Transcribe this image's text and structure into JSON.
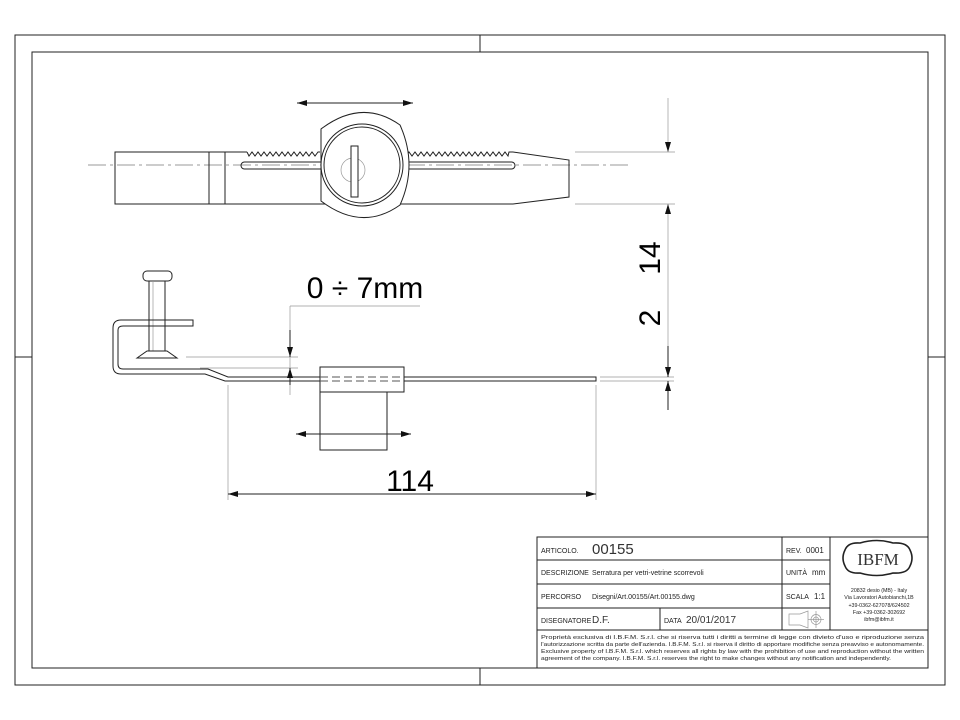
{
  "dimensions": {
    "width_label": "114",
    "gap_label": "0 ÷ 7mm",
    "height_label": "14",
    "thickness_label": "2"
  },
  "title_block": {
    "articolo_label": "ARTICOLO.",
    "articolo_value": "00155",
    "rev_label": "REV.",
    "rev_value": "0001",
    "descrizione_label": "DESCRIZIONE",
    "descrizione_value": "Serratura per vetri-vetrine scorrevoli",
    "unita_label": "UNITÀ",
    "unita_value": "mm",
    "percorso_label": "PERCORSO",
    "percorso_value": "Disegni/Art.00155/Art.00155.dwg",
    "scala_label": "SCALA",
    "scala_value": "1:1",
    "disegnatore_label": "DISEGNATORE",
    "disegnatore_value": "D.F.",
    "data_label": "DATA",
    "data_value": "20/01/2017",
    "logo": "IBFM",
    "address": [
      "20832 desio (MB) - Italy",
      "Via Lavoratori Autobianchi,1B",
      "+39-0362-627078/624502",
      "Fax +39-0362-302692",
      "ibfm@ibfm.it"
    ],
    "notes": [
      "Proprietà esclusiva di I.B.F.M. S.r.l. che si riserva tutti i diritti a termine di legge con divieto d'uso e riproduzione senza",
      "l'autorizzazione scritta da parte dell'azienda. I.B.F.M. S.r.l. si riserva il diritto di apportare modifiche senza preavviso e autonomamente.",
      "Exclusive property of I.B.F.M. S.r.l. which reserves all rights by law with the prohibition of use and reproduction without the written",
      "agreement of the company. I.B.F.M. S.r.l. reserves the right to make changes without any notification and independently."
    ]
  }
}
